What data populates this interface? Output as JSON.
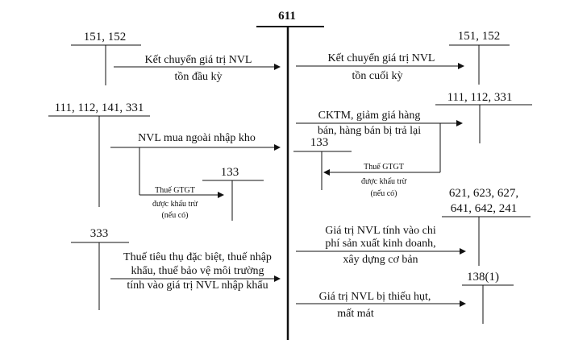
{
  "diagram": {
    "title": "611",
    "accounts": {
      "l1": "151, 152",
      "l2": "111, 112, 141, 331",
      "l2sub": "133",
      "l3": "333",
      "r1": "151, 152",
      "r2": "111, 112, 331",
      "r2sub": "133",
      "r3_line1": "621, 623, 627,",
      "r3_line2": "641, 642, 241",
      "r4": "138(1)"
    },
    "entries": {
      "left_opening": [
        "Kết chuyển giá trị NVL",
        "tồn đầu kỳ"
      ],
      "left_purchase": [
        "NVL mua ngoài nhập kho"
      ],
      "left_vat": [
        "Thuế GTGT",
        "được khấu trừ",
        "(nếu có)"
      ],
      "left_taxes": [
        "Thuế tiêu thụ đặc biệt, thuế nhập",
        "khẩu, thuế bảo vệ môi trường",
        "tính vào giá trị NVL nhập khẩu"
      ],
      "right_closing": [
        "Kết chuyển giá trị NVL",
        "tồn cuối kỳ"
      ],
      "right_discount": [
        "CKTM, giảm giá hàng",
        "bán, hàng bán bị trả lại"
      ],
      "right_vat": [
        "Thuế GTGT",
        "được khấu trừ",
        "(nếu có)"
      ],
      "right_production": [
        "Giá trị NVL tính vào chi",
        "phí sản xuất kinh doanh,",
        "xây dựng cơ bản"
      ],
      "right_shortage": [
        "Giá trị NVL bị thiếu hụt,",
        "mất mát"
      ]
    }
  }
}
